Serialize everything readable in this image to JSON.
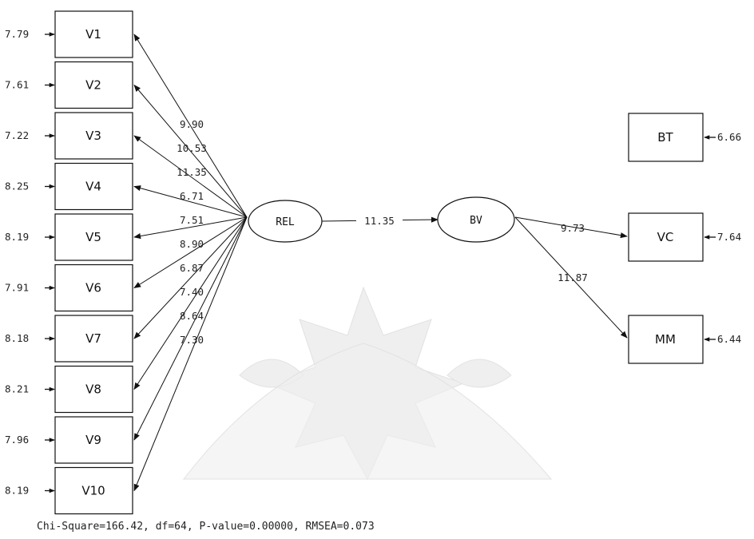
{
  "latent": {
    "rel": "REL",
    "bv": "BV"
  },
  "indicators_left": [
    {
      "label": "V1",
      "error": "7.79",
      "loading": "9.90"
    },
    {
      "label": "V2",
      "error": "7.61",
      "loading": "10.53"
    },
    {
      "label": "V3",
      "error": "7.22",
      "loading": "11.35"
    },
    {
      "label": "V4",
      "error": "8.25",
      "loading": "6.71"
    },
    {
      "label": "V5",
      "error": "8.19",
      "loading": "7.51"
    },
    {
      "label": "V6",
      "error": "7.91",
      "loading": "8.90"
    },
    {
      "label": "V7",
      "error": "8.18",
      "loading": "6.87"
    },
    {
      "label": "V8",
      "error": "8.21",
      "loading": "7.40"
    },
    {
      "label": "V9",
      "error": "7.96",
      "loading": "8.64"
    },
    {
      "label": "V10",
      "error": "8.19",
      "loading": "7.30"
    }
  ],
  "indicators_right": [
    {
      "label": "BT",
      "error": "6.66",
      "loading": ""
    },
    {
      "label": "VC",
      "error": "7.64",
      "loading": "9.73"
    },
    {
      "label": "MM",
      "error": "6.44",
      "loading": "11.87"
    }
  ],
  "path_rel_bv": "11.35",
  "fit_stats": "Chi-Square=166.42, df=64, P-value=0.00000, RMSEA=0.073"
}
